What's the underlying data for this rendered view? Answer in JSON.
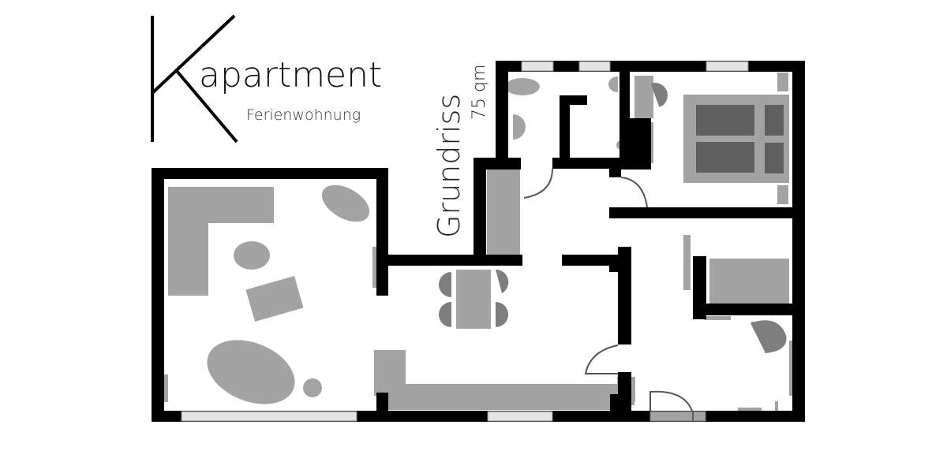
{
  "brand": {
    "logo_letter": "K",
    "name": "apartment",
    "subtitle": "Ferienwohnung"
  },
  "plan": {
    "title": "Grundriss",
    "area": "75 qm"
  },
  "colors": {
    "wall": "#000000",
    "furniture": "#a3a3a3",
    "furniture_dark": "#7e7e7e",
    "bed_inner": "#5f5f5f",
    "window": "#e4e4e4",
    "door_swing": "#555555",
    "background": "#ffffff"
  },
  "rooms": [
    {
      "name": "living-room"
    },
    {
      "name": "dining-area"
    },
    {
      "name": "kitchen-counter"
    },
    {
      "name": "bathroom"
    },
    {
      "name": "bedroom-1"
    },
    {
      "name": "bedroom-2"
    },
    {
      "name": "hallway"
    }
  ]
}
